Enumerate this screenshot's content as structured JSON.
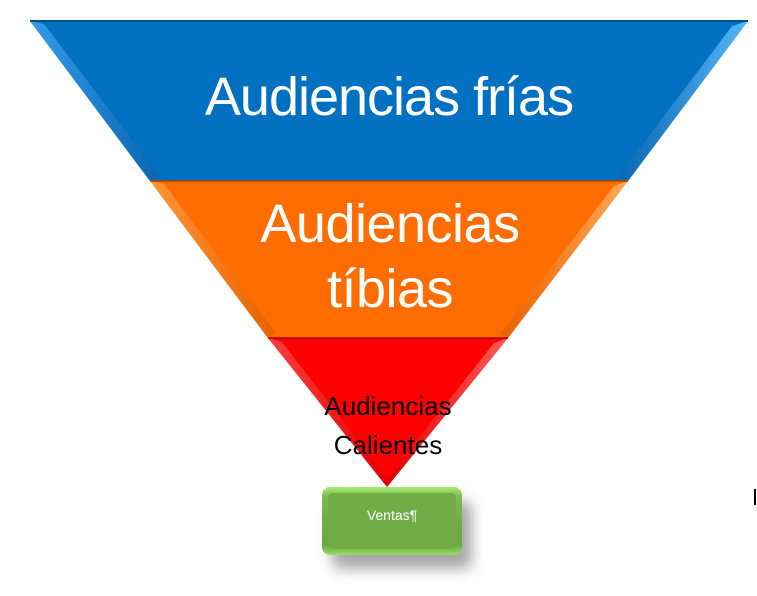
{
  "diagram": {
    "type": "funnel",
    "levels": [
      {
        "label": "Audiencias frías",
        "color": "#0070c0"
      },
      {
        "label_line1": "Audiencias",
        "label_line2": "tíbias",
        "color": "#ff6d00"
      },
      {
        "label_line1": "Audiencias",
        "label_line2": "Calientes",
        "color": "#ff0000"
      }
    ],
    "result": {
      "label": "Ventas¶",
      "color": "#70ad47"
    }
  }
}
